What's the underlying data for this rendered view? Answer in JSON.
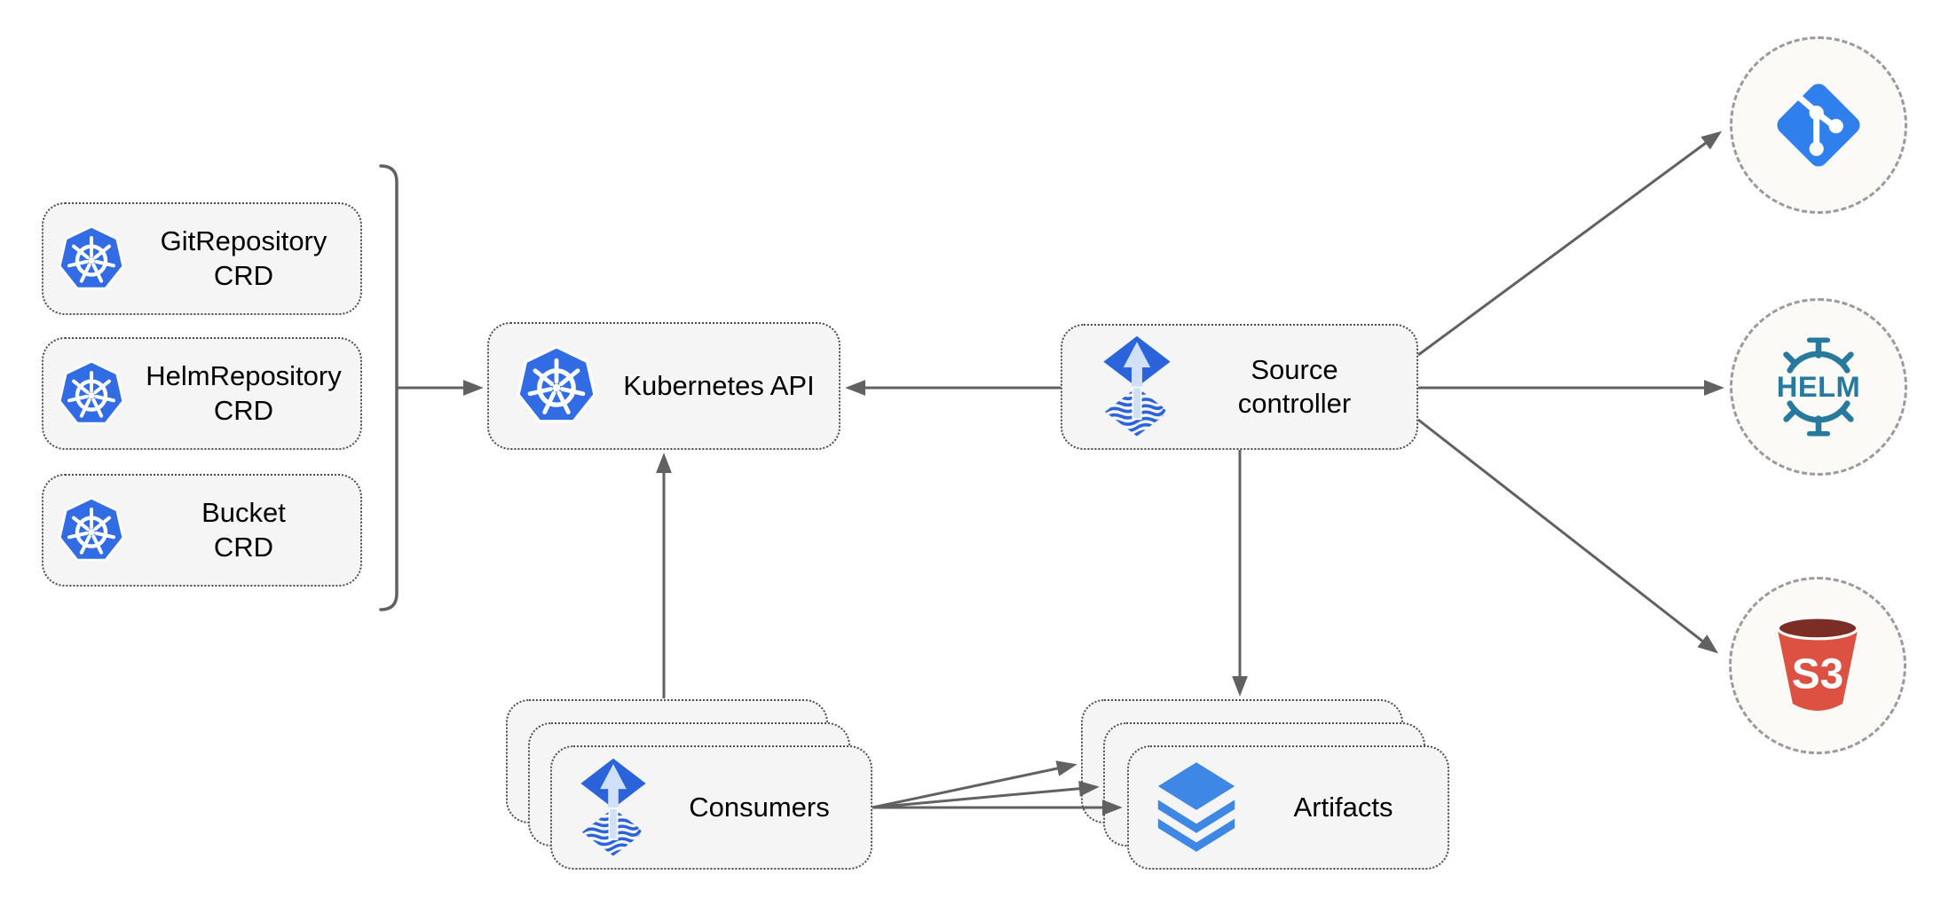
{
  "diagram": {
    "colors": {
      "background": "#ffffff",
      "node_fill": "#f5f5f5",
      "node_border": "#4d4d4d",
      "arrow": "#616161",
      "circle_border": "#9b9b9b",
      "circle_fill": "#fbfaf7",
      "text": "#000000",
      "kubernetes_blue": "#326ce5",
      "flux_blue": "#2a63da",
      "flux_arrow_light": "#cfe0f8",
      "layers_blue": "#3f87e5",
      "git_blue": "#2f80ed",
      "helm_teal": "#277a9e",
      "s3_red": "#dd5143",
      "s3_dark": "#7b2d26"
    },
    "crd_boxes": [
      {
        "icon": "kubernetes-icon",
        "label_line1": "GitRepository",
        "label_line2": "CRD"
      },
      {
        "icon": "kubernetes-icon",
        "label_line1": "HelmRepository",
        "label_line2": "CRD"
      },
      {
        "icon": "kubernetes-icon",
        "label_line1": "Bucket",
        "label_line2": "CRD"
      }
    ],
    "kubernetes_api": {
      "icon": "kubernetes-icon",
      "label": "Kubernetes API"
    },
    "source_controller": {
      "icon": "flux-icon",
      "label_line1": "Source",
      "label_line2": "controller"
    },
    "consumers": {
      "icon": "flux-icon",
      "label": "Consumers"
    },
    "artifacts": {
      "icon": "layers-icon",
      "label": "Artifacts"
    },
    "external_sources": [
      {
        "icon": "git-icon",
        "label": ""
      },
      {
        "icon": "helm-icon",
        "label": "HELM"
      },
      {
        "icon": "s3-icon",
        "label": "S3"
      }
    ]
  }
}
